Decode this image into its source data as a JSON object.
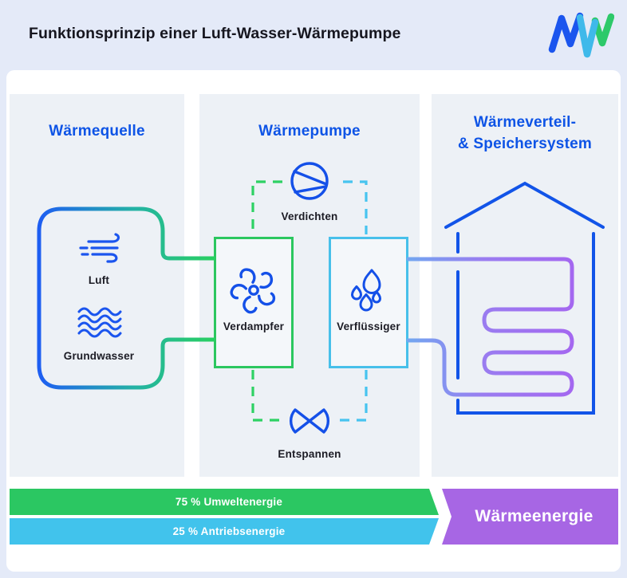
{
  "header": {
    "title": "Funktionsprinzip einer Luft-Wasser-Wärmepumpe",
    "logo": "mvv-logo"
  },
  "panels": {
    "waermequelle": {
      "title": "Wärmequelle",
      "items": [
        {
          "icon": "wind-icon",
          "label": "Luft"
        },
        {
          "icon": "waves-icon",
          "label": "Grundwasser"
        }
      ]
    },
    "waermepumpe": {
      "title": "Wärmepumpe",
      "process_top": "Verdichten",
      "box_left": "Verdampfer",
      "box_right": "Verflüssiger",
      "process_bottom": "Entspannen"
    },
    "verteilung": {
      "title_line1": "Wärmeverteil-",
      "title_line2": "& Speichersystem"
    }
  },
  "energy_bars": {
    "environment": {
      "label": "75 % Umweltenergie",
      "color": "#2bc762"
    },
    "drive": {
      "label": "25 % Antriebsenergie",
      "color": "#41c3ec"
    },
    "output": {
      "label": "Wärmeenergie",
      "color": "#a766e4"
    }
  },
  "colors": {
    "page_background": "#e4eaf8",
    "card_background": "#ffffff",
    "panel_background": "#edf1f6",
    "heading_blue": "#0e54e6",
    "icon_blue": "#1b55ee",
    "house_blue": "#1254e8",
    "pipe_green": "#28cf61",
    "pipe_blue_light": "#47c0ea",
    "coil_purple": "#a565f0"
  }
}
